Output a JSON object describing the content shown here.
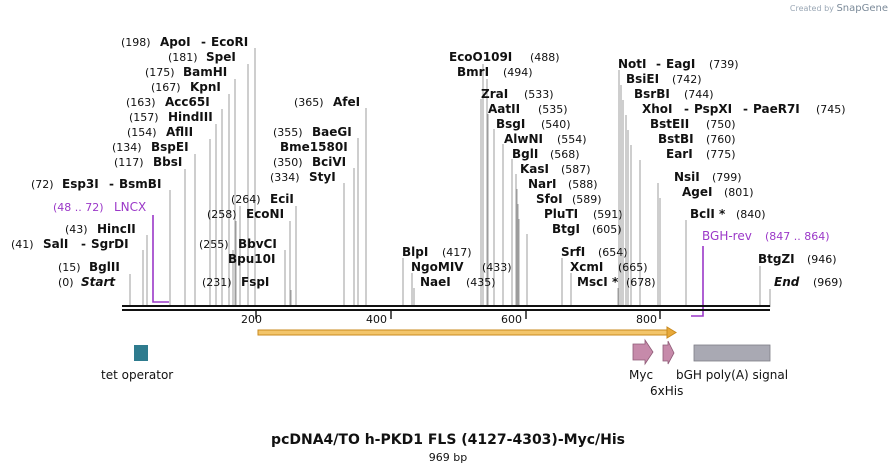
{
  "brand": {
    "prefix": "Created by",
    "name": "SnapGene"
  },
  "title": "pcDNA4/TO h-PKD1 FLS (4127-4303)-Myc/His",
  "subtitle": "969 bp",
  "length": 969,
  "sites": [
    {
      "pos": "(198)",
      "name": "ApoI",
      "name2": "EcoRI",
      "bp": 198
    },
    {
      "pos": "(181)",
      "name": "SpeI",
      "bp": 181
    },
    {
      "pos": "(175)",
      "name": "BamHI",
      "bp": 175
    },
    {
      "pos": "(167)",
      "name": "KpnI",
      "bp": 167
    },
    {
      "pos": "(163)",
      "name": "Acc65I",
      "bp": 163
    },
    {
      "pos": "(157)",
      "name": "HindIII",
      "bp": 157
    },
    {
      "pos": "(154)",
      "name": "AflII",
      "bp": 154
    },
    {
      "pos": "(134)",
      "name": "BspEI",
      "bp": 134
    },
    {
      "pos": "(117)",
      "name": "BbsI",
      "bp": 117
    },
    {
      "pos": "(72)",
      "name": "Esp3I",
      "name2": "BsmBI",
      "bp": 72
    },
    {
      "pos": "(43)",
      "name": "HincII",
      "bp": 43
    },
    {
      "pos": "(41)",
      "name": "SalI",
      "name2": "SgrDI",
      "bp": 41
    },
    {
      "pos": "(15)",
      "name": "BglII",
      "bp": 15
    },
    {
      "pos": "(0)",
      "name": "Start",
      "bp": 0
    },
    {
      "pos": "(264)",
      "name": "EciI",
      "bp": 264
    },
    {
      "pos": "(258)",
      "name": "EcoNI",
      "bp": 258
    },
    {
      "pos": "(255)",
      "name": "BbvCI",
      "bp": 255
    },
    {
      "name": "Bpu10I",
      "bp": 255
    },
    {
      "pos": "(231)",
      "name": "FspI",
      "bp": 231
    },
    {
      "pos": "(365)",
      "name": "AfeI",
      "bp": 365
    },
    {
      "pos": "(355)",
      "name": "BaeGI",
      "bp": 355
    },
    {
      "name": "Bme1580I",
      "bp": 355
    },
    {
      "pos": "(350)",
      "name": "BciVI",
      "bp": 350
    },
    {
      "pos": "(334)",
      "name": "StyI",
      "bp": 334
    },
    {
      "name": "EcoO109I",
      "pos": "(488)",
      "bp": 488
    },
    {
      "name": "BmrI",
      "pos": "(494)",
      "bp": 494
    },
    {
      "name": "ZraI",
      "pos": "(533)",
      "bp": 533
    },
    {
      "name": "AatII",
      "pos": "(535)",
      "bp": 535
    },
    {
      "name": "BsgI",
      "pos": "(540)",
      "bp": 540
    },
    {
      "name": "AlwNI",
      "pos": "(554)",
      "bp": 554
    },
    {
      "name": "BglI",
      "pos": "(568)",
      "bp": 568
    },
    {
      "name": "KasI",
      "pos": "(587)",
      "bp": 587
    },
    {
      "name": "NarI",
      "pos": "(588)",
      "bp": 588
    },
    {
      "name": "SfoI",
      "pos": "(589)",
      "bp": 589
    },
    {
      "name": "PluTI",
      "pos": "(591)",
      "bp": 591
    },
    {
      "name": "BtgI",
      "pos": "(605)",
      "bp": 605
    },
    {
      "name": "BlpI",
      "pos": "(417)",
      "bp": 417
    },
    {
      "name": "NgoMIV",
      "pos": "(433)",
      "bp": 433
    },
    {
      "name": "NaeI",
      "pos": "(435)",
      "bp": 435
    },
    {
      "name": "SrfI",
      "pos": "(654)",
      "bp": 654
    },
    {
      "name": "XcmI",
      "pos": "(665)",
      "bp": 665
    },
    {
      "name": "MscI",
      "star": "*",
      "pos": "(678)",
      "bp": 678
    },
    {
      "name": "NotI",
      "name2": "EagI",
      "pos": "(739)",
      "bp": 739
    },
    {
      "name": "BsiEI",
      "pos": "(742)",
      "bp": 742
    },
    {
      "name": "BsrBI",
      "pos": "(744)",
      "bp": 744
    },
    {
      "name": "XhoI",
      "name2": "PspXI",
      "name3": "PaeR7I",
      "pos": "(745)",
      "bp": 745
    },
    {
      "name": "BstEII",
      "pos": "(750)",
      "bp": 750
    },
    {
      "name": "BstBI",
      "pos": "(760)",
      "bp": 760
    },
    {
      "name": "EarI",
      "pos": "(775)",
      "bp": 775
    },
    {
      "name": "NsiI",
      "pos": "(799)",
      "bp": 799
    },
    {
      "name": "AgeI",
      "pos": "(801)",
      "bp": 801
    },
    {
      "name": "BclI",
      "star": "*",
      "pos": "(840)",
      "bp": 840
    },
    {
      "name": "BtgZI",
      "pos": "(946)",
      "bp": 946
    },
    {
      "name": "End",
      "pos": "(969)",
      "bp": 969
    }
  ],
  "primers": [
    {
      "range": "(48 .. 72)",
      "name": "LNCX",
      "bp": 48
    },
    {
      "name": "BGH-rev",
      "range": "(847 .. 864)",
      "bp": 847
    }
  ],
  "ticks": [
    "200",
    "400",
    "600",
    "800"
  ],
  "features": [
    {
      "name": "tet operator",
      "color": "#2e7b8e"
    },
    {
      "name": "Myc",
      "color": "#c68aaa"
    },
    {
      "name": "6xHis",
      "color": "#c68aaa"
    },
    {
      "name": "bGH poly(A) signal",
      "color": "#a9a9b3"
    }
  ],
  "colors": {
    "primer": "#9b38c8",
    "orf": "#e8a93a",
    "backbone": "#111111"
  }
}
